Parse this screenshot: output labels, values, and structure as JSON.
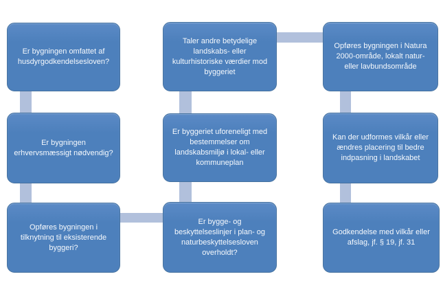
{
  "diagram": {
    "type": "flowchart",
    "colors": {
      "background": "#ffffff",
      "node_fill": "#4d80bc",
      "node_fill_light": "#5b8ac6",
      "node_border": "#44719f",
      "node_text": "#f6f9fd",
      "connector": "#b1c0dc"
    },
    "nodes": [
      {
        "label": "Er bygningen omfattet af\nhusdyrgodkendelsesloven?"
      },
      {
        "label": "Taler andre betydelige\nlandskabs- eller\nkulturhistoriske værdier mod\nbyggeriet"
      },
      {
        "label": "Opføres bygningen i Natura\n2000-område, lokalt natur-\neller lavbundsområde"
      },
      {
        "label": "Er bygningen\nerhvervsmæssigt nødvendig?"
      },
      {
        "label": "Er byggeriet uforeneligt med\nbestemmelser om\nlandskabsmiljø i lokal- eller\nkommuneplan"
      },
      {
        "label": "Kan der udformes vilkår eller\nændres placering til bedre\nindpasning i landskabet"
      },
      {
        "label": "Opføres bygningen i\ntilknytning til eksisterende\nbyggeri?"
      },
      {
        "label": "Er bygge- og\nbeskyttelseslinjer i plan- og\nnaturbeskyttelsesloven\noverholdt?"
      },
      {
        "label": "Godkendelse med vilkår eller\nafslag, jf. § 19, jf. 31"
      }
    ],
    "edges": [
      {
        "from": "husdyrgodkendelsesloven-question",
        "to": "erhvervsmaessig-question",
        "orientation": "vertical"
      },
      {
        "from": "erhvervsmaessig-question",
        "to": "tilknytning-question",
        "orientation": "vertical"
      },
      {
        "from": "tilknytning-question",
        "to": "beskyttelseslinjer-question",
        "orientation": "horizontal"
      },
      {
        "from": "beskyttelseslinjer-question",
        "to": "lokalplan-question",
        "orientation": "vertical"
      },
      {
        "from": "lokalplan-question",
        "to": "landskabsvaerdier-question",
        "orientation": "vertical"
      },
      {
        "from": "landskabsvaerdier-question",
        "to": "natura2000-question",
        "orientation": "horizontal"
      },
      {
        "from": "natura2000-question",
        "to": "vilkaar-placering-question",
        "orientation": "vertical"
      },
      {
        "from": "vilkaar-placering-question",
        "to": "godkendelse-afslag-result",
        "orientation": "vertical"
      }
    ]
  }
}
